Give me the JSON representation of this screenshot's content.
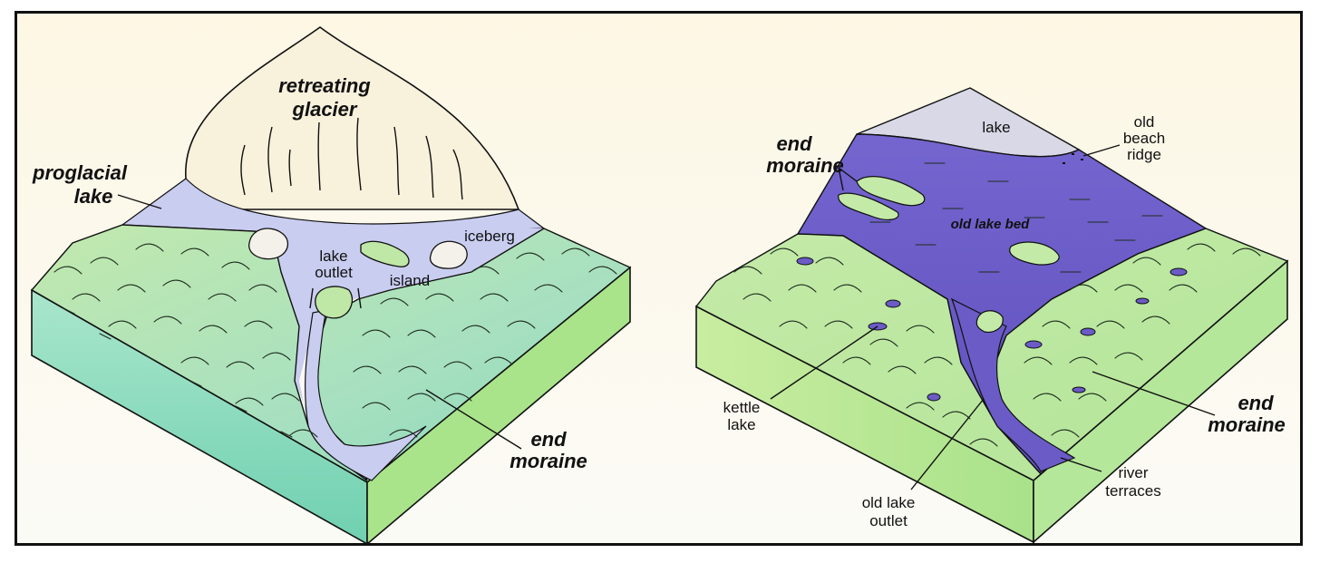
{
  "left_diagram": {
    "labels": {
      "retreating": "retreating",
      "glacier": "glacier",
      "proglacial": "proglacial",
      "lake": "lake",
      "lake_outlet_1": "lake",
      "lake_outlet_2": "outlet",
      "island": "island",
      "iceberg": "iceberg",
      "end": "end",
      "moraine": "moraine"
    }
  },
  "right_diagram": {
    "labels": {
      "lake": "lake",
      "old_beach_ridge_1": "old",
      "old_beach_ridge_2": "beach",
      "old_beach_ridge_3": "ridge",
      "end_top": "end",
      "moraine_top": "moraine",
      "old_lake_bed": "old lake bed",
      "kettle_1": "kettle",
      "kettle_2": "lake",
      "end_right": "end",
      "moraine_right": "moraine",
      "old_lake_outlet_1": "old lake",
      "old_lake_outlet_2": "outlet",
      "river_terraces_1": "river",
      "river_terraces_2": "terraces"
    }
  },
  "colors": {
    "moraine_green": "#bfe7a6",
    "side_teal": "#7fd8b8",
    "lake_light": "#c9cdf0",
    "lake_purple": "#6e5ec8",
    "glacier": "#f8f1dc"
  }
}
